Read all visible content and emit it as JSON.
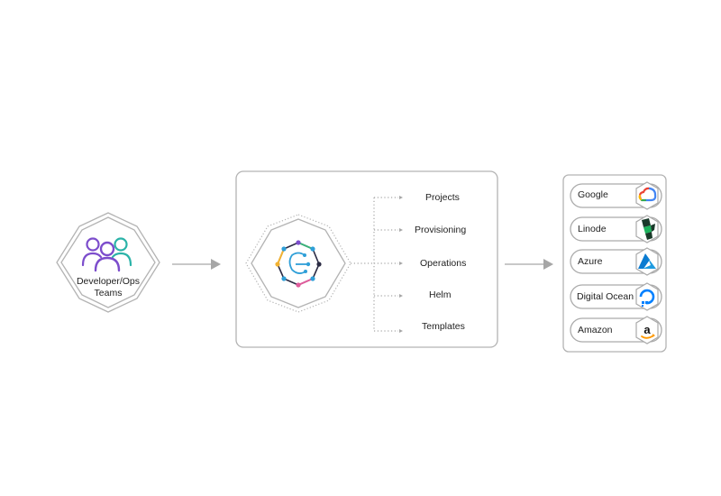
{
  "team": {
    "label_line1": "Developer/Ops",
    "label_line2": "Teams"
  },
  "features": [
    "Projects",
    "Provisioning",
    "Operations",
    "Helm",
    "Templates"
  ],
  "providers": [
    {
      "name": "Google",
      "icon": "google-cloud-icon"
    },
    {
      "name": "Linode",
      "icon": "linode-icon"
    },
    {
      "name": "Azure",
      "icon": "azure-icon"
    },
    {
      "name": "Digital Ocean",
      "icon": "digital-ocean-icon"
    },
    {
      "name": "Amazon",
      "icon": "amazon-icon"
    }
  ],
  "colors": {
    "outline": "#b3b3b3",
    "arrow": "#a6a6a6",
    "people_purple": "#7c4dcc",
    "people_teal": "#2bb3a8",
    "core_blue": "#2f9fd8",
    "google_blue": "#4285f4",
    "linode_green": "#1cb35c",
    "azure_blue": "#0a7bd1",
    "do_blue": "#0080ff"
  }
}
